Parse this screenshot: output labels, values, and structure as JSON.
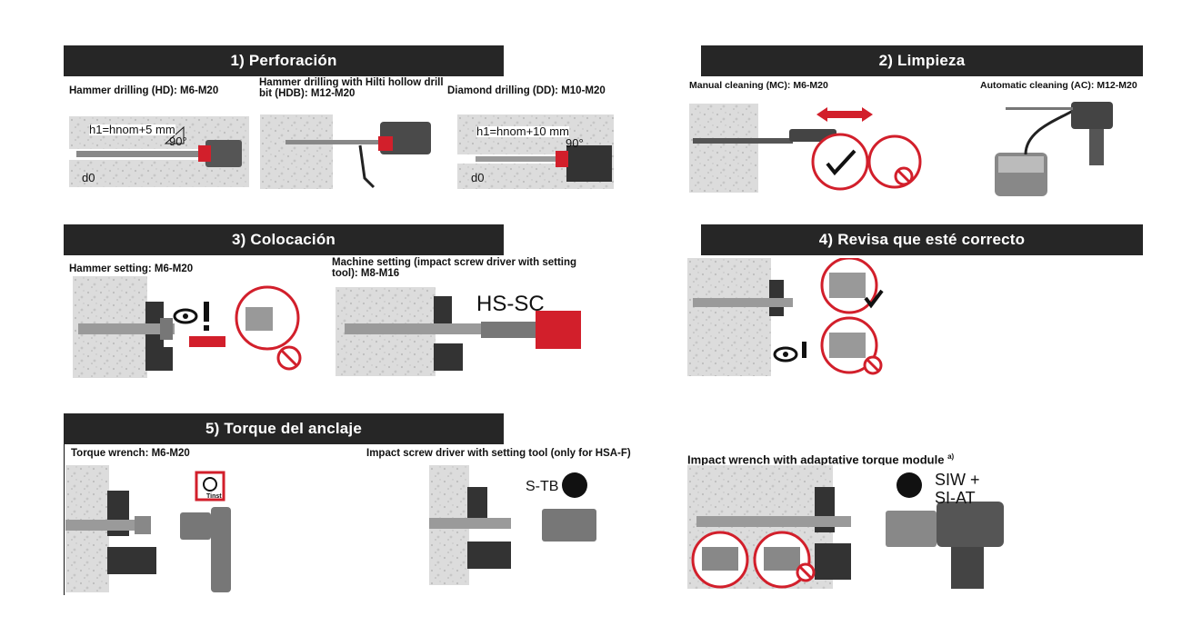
{
  "sections": [
    {
      "title": "1) Perforación"
    },
    {
      "title": "2) Limpieza"
    },
    {
      "title": "3) Colocación"
    },
    {
      "title": "4) Revisa que esté correcto"
    },
    {
      "title": "5) Torque del anclaje"
    }
  ],
  "perforacion": {
    "hd_caption": "Hammer drilling (HD): M6-M20",
    "hdb_caption": "Hammer drilling with Hilti hollow drill bit (HDB): M12-M20",
    "dd_caption": "Diamond drilling (DD): M10-M20",
    "hd_depth": "h1=hnom+5 mm",
    "dd_depth": "h1=hnom+10 mm",
    "angle": "90°",
    "diameter": "d0"
  },
  "limpieza": {
    "mc_caption": "Manual cleaning (MC): M6-M20",
    "ac_caption": "Automatic cleaning (AC): M12-M20"
  },
  "colocacion": {
    "hammer_caption": "Hammer setting: M6-M20",
    "machine_caption": "Machine setting (impact screw driver with setting tool): M8-M16",
    "tool_label": "HS-SC"
  },
  "torque": {
    "wrench_caption": "Torque wrench: M6-M20",
    "impact_caption": "Impact screw driver with setting tool (only for HSA-F)",
    "adaptive_caption": "Impact wrench with adaptative torque module",
    "adaptive_note": "a)",
    "tinst": "Tinst",
    "stb": "S-TB",
    "siw": "SIW +",
    "siat": "SI-AT"
  },
  "colors": {
    "header_bg": "#262626",
    "accent_red": "#d21f2b",
    "concrete": "#d9d9d9",
    "steel": "#9a9a9a"
  }
}
